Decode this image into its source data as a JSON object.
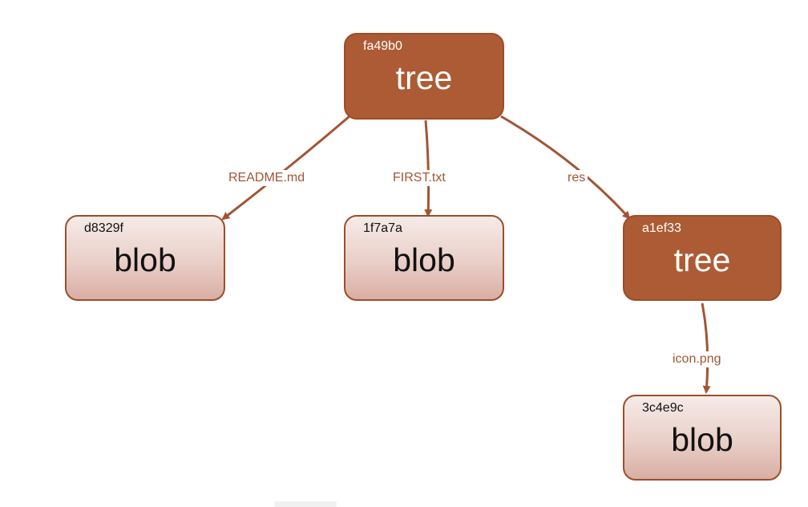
{
  "colors": {
    "tree_fill": "#ad5b34",
    "tree_border": "#9b4e28",
    "blob_fill_top": "#f6ebe8",
    "blob_fill_bottom": "#d9aea4",
    "edge": "#a25533",
    "edge_label": "#a25533"
  },
  "nodes": {
    "root_tree": {
      "hash": "fa49b0",
      "kind": "tree"
    },
    "readme_blob": {
      "hash": "d8329f",
      "kind": "blob"
    },
    "first_blob": {
      "hash": "1f7a7a",
      "kind": "blob"
    },
    "res_tree": {
      "hash": "a1ef33",
      "kind": "tree"
    },
    "icon_blob": {
      "hash": "3c4e9c",
      "kind": "blob"
    }
  },
  "edges": {
    "readme": {
      "from": "fa49b0",
      "to": "d8329f",
      "label": "README.md"
    },
    "first": {
      "from": "fa49b0",
      "to": "1f7a7a",
      "label": "FIRST.txt"
    },
    "res": {
      "from": "fa49b0",
      "to": "a1ef33",
      "label": "res"
    },
    "icon": {
      "from": "a1ef33",
      "to": "3c4e9c",
      "label": "icon.png"
    }
  }
}
